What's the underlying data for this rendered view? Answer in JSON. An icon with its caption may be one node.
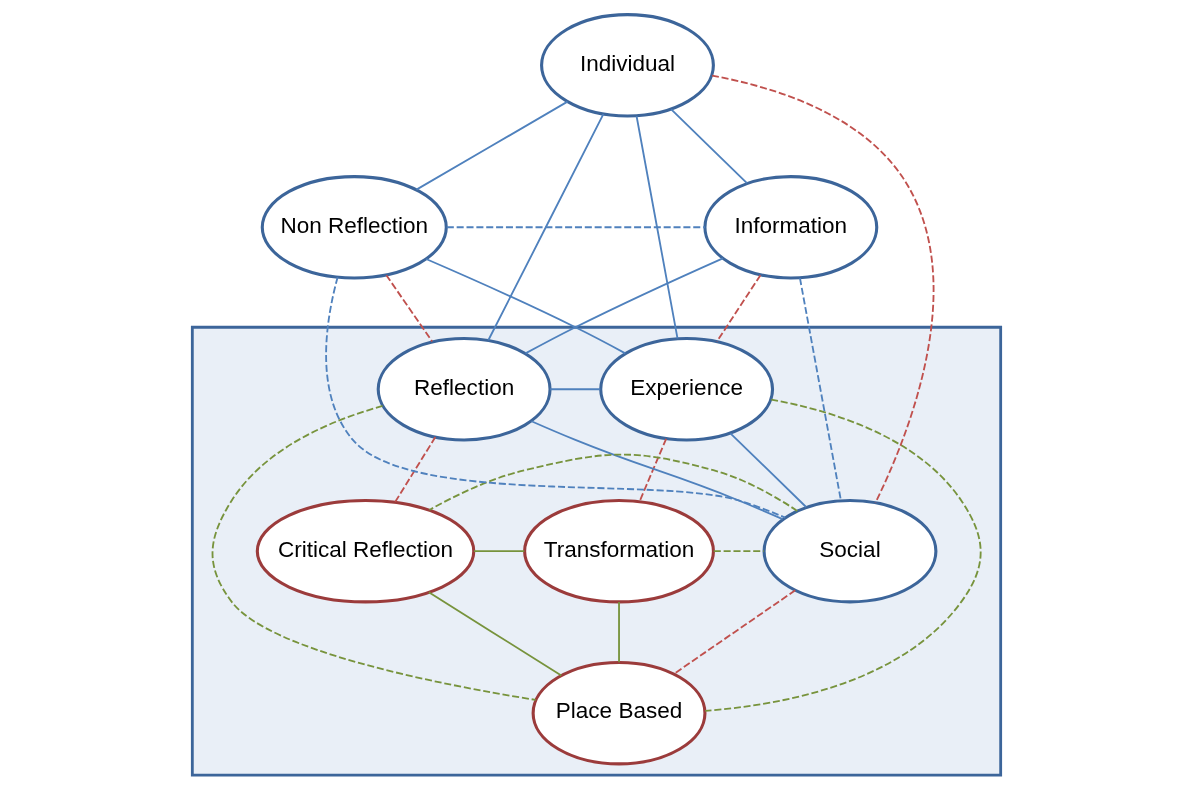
{
  "diagram": {
    "nodes": [
      {
        "text": [],
        "shape": "box"
      },
      {
        "text": [
          "Individual"
        ]
      },
      {
        "text": [
          "Non Reflection"
        ]
      },
      {
        "text": [
          "Information"
        ]
      },
      {
        "text": [
          "Experience"
        ],
        "in": 0
      },
      {
        "text": [
          "Reflection"
        ],
        "in": 0
      },
      {
        "text": [
          "Transformation"
        ],
        "in": 0
      },
      {
        "text": [
          "Social"
        ],
        "in": 0
      },
      {
        "text": [
          "Critical Reflection"
        ],
        "in": 0
      },
      {
        "text": [
          "Place Based"
        ],
        "in": 0
      }
    ],
    "edges": [
      {
        "from": 1,
        "to": 2,
        "arrow": "none"
      },
      {
        "from": 1,
        "to": 3,
        "arrow": "none"
      },
      {
        "from": 2,
        "to": 3,
        "arrow": "none",
        "style": "dashed"
      },
      {
        "from": 2,
        "to": 4,
        "arrow": "none"
      },
      {
        "from": 3,
        "to": 5,
        "arrow": "none"
      },
      {
        "from": 1,
        "to": 4,
        "arrow": "none"
      },
      {
        "from": 1,
        "to": 5,
        "arrow": "none"
      },
      {
        "from": 1,
        "to": 7,
        "arrow": "none",
        "style": "dashed",
        "color": "#c0504d"
      },
      {
        "from": 2,
        "to": 5,
        "arrow": "none",
        "style": "dashed",
        "color": "#c0504d"
      },
      {
        "from": 3,
        "to": 4,
        "arrow": "none",
        "style": "dashed",
        "color": "#c0504d"
      },
      {
        "from": 2,
        "to": 7,
        "arrow": "none",
        "style": "dashed"
      },
      {
        "from": 3,
        "to": 7,
        "arrow": "none",
        "style": "dashed"
      },
      {
        "from": 4,
        "to": 5,
        "arrow": "none"
      },
      {
        "from": 4,
        "to": 7,
        "arrow": "none"
      },
      {
        "from": 5,
        "to": 7,
        "arrow": "none"
      },
      {
        "from": 4,
        "to": 6,
        "arrow": "none",
        "style": "dashed",
        "color": "#c0504d"
      },
      {
        "from": 5,
        "to": 8,
        "arrow": "none",
        "style": "dashed",
        "color": "#c0504d"
      },
      {
        "from": 6,
        "to": 7,
        "arrow": "none",
        "style": "dashed",
        "color": "#77933c"
      },
      {
        "from": 7,
        "to": 8,
        "arrow": "none",
        "style": "dashed",
        "color": "#77933c"
      },
      {
        "from": 4,
        "to": 9,
        "arrow": "none",
        "style": "dashed",
        "color": "#77933c"
      },
      {
        "from": 5,
        "to": 9,
        "arrow": "none",
        "style": "dashed",
        "color": "#77933c"
      },
      {
        "from": 7,
        "to": 9,
        "arrow": "none",
        "style": "dashed",
        "color": "#c0504d"
      },
      {
        "from": 6,
        "to": 8,
        "arrow": "none",
        "color": "#77933c"
      },
      {
        "from": 6,
        "to": 9,
        "arrow": "none",
        "color": "#77933c"
      },
      {
        "from": 8,
        "to": 9,
        "arrow": "none",
        "color": "#77933c"
      }
    ]
  }
}
